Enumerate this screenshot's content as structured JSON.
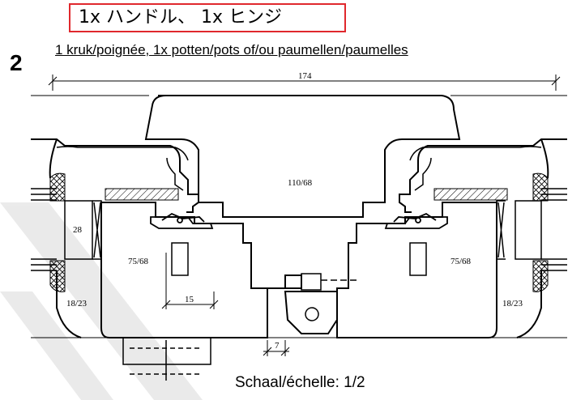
{
  "header": {
    "jp_title": "1x ハンドル、 1x ヒンジ",
    "subtitle": "1 kruk/poignée, 1x potten/pots of/ou paumellen/paumelles",
    "figure_number": "2"
  },
  "drawing": {
    "dim_overall": "174",
    "center_profile": "110/68",
    "left_sash": "75/68",
    "right_sash": "75/68",
    "glazing": "28",
    "left_frame": "18/23",
    "right_frame": "18/23",
    "dim_15": "15",
    "dim_7": "7"
  },
  "footer": {
    "scale": "Schaal/échelle: 1/2"
  }
}
